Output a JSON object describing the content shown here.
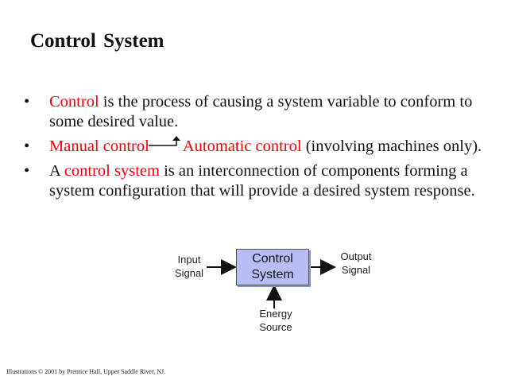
{
  "slide": {
    "title": "Control System",
    "bullets": [
      {
        "red": "Control",
        "rest": " is the process of causing a system variable to conform to some desired value."
      },
      {
        "red": "Manual control",
        "middle": "Automatic control",
        "rest": " (involving machines only)."
      },
      {
        "pre": "A ",
        "red": "control system",
        "rest": " is an interconnection of components forming a system configuration that will provide a desired system response."
      }
    ]
  },
  "diagram": {
    "input_line1": "Input",
    "input_line2": "Signal",
    "box_line1": "Control",
    "box_line2": "System",
    "output_line1": "Output",
    "output_line2": "Signal",
    "energy_line1": "Energy",
    "energy_line2": "Source",
    "box_color": "#b8bdf5"
  },
  "footer": {
    "left": "Illustrations",
    "right": "© 2001 by Prentice Hall, Upper Saddle River, NJ."
  },
  "colors": {
    "accent": "#e8000b"
  }
}
